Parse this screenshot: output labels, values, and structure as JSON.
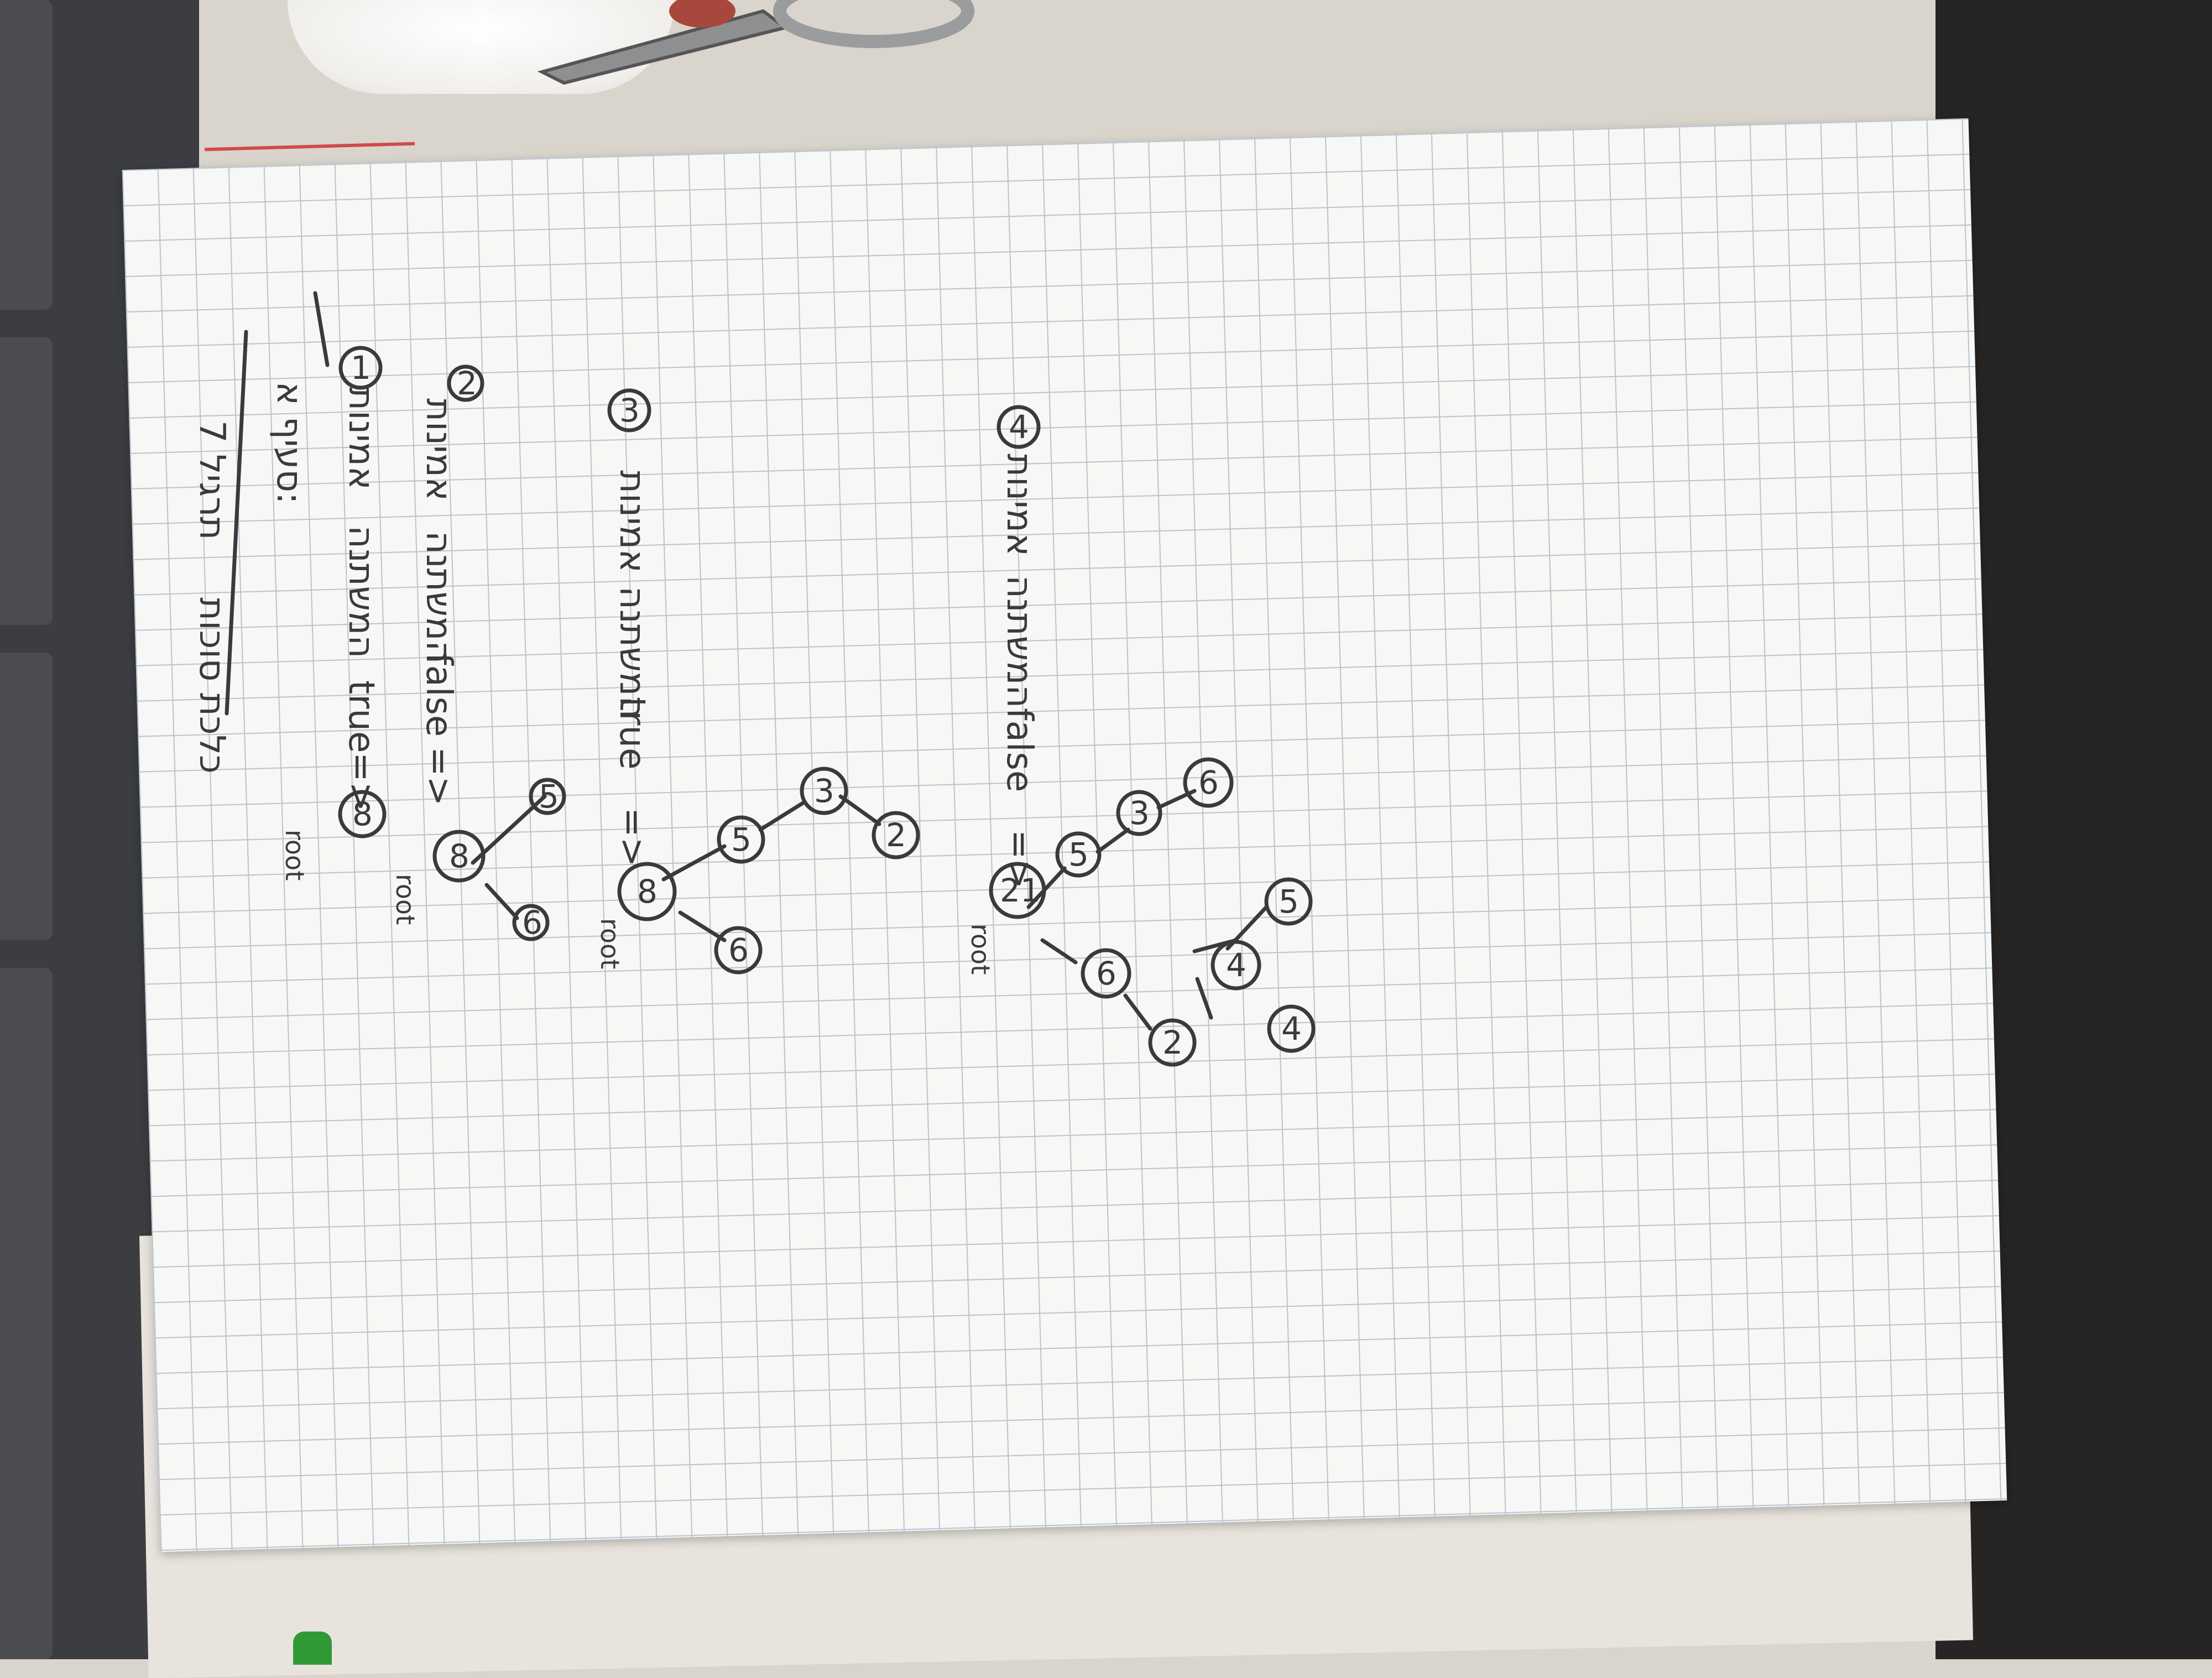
{
  "title": "תרגיל 7",
  "subtitle": "כלכת סוכות",
  "section": "סעיף א:",
  "items": [
    {
      "number": "1",
      "example": "8",
      "prefix": "=>",
      "result": "true",
      "answer_text": "המשתנה",
      "label": "אמינות"
    },
    {
      "number": "2",
      "example": "",
      "prefix": "=>",
      "result": "false",
      "answer_text": "המשתנה",
      "label": "אמינות"
    },
    {
      "number": "3",
      "example": "",
      "prefix": "=>",
      "result": "true",
      "answer_text": "המשתנה",
      "label": "אמינות"
    },
    {
      "number": "4",
      "example": "",
      "prefix": "=>",
      "result": "false",
      "answer_text": "המשתנה",
      "label": "אמינות"
    }
  ],
  "root_label": "root",
  "trees": [
    {
      "nodes": [
        "8"
      ]
    },
    {
      "nodes": [
        "8",
        "6",
        "5"
      ]
    },
    {
      "nodes": [
        "8",
        "6",
        "5",
        "3",
        "2"
      ]
    },
    {
      "nodes": [
        "21",
        "6",
        "5",
        "3",
        "6",
        "4",
        "2",
        "4",
        "5"
      ]
    }
  ],
  "colors": {
    "paper": "#f7f7f5",
    "grid": "#b9c3d2",
    "ink": "#3a3a3a"
  }
}
